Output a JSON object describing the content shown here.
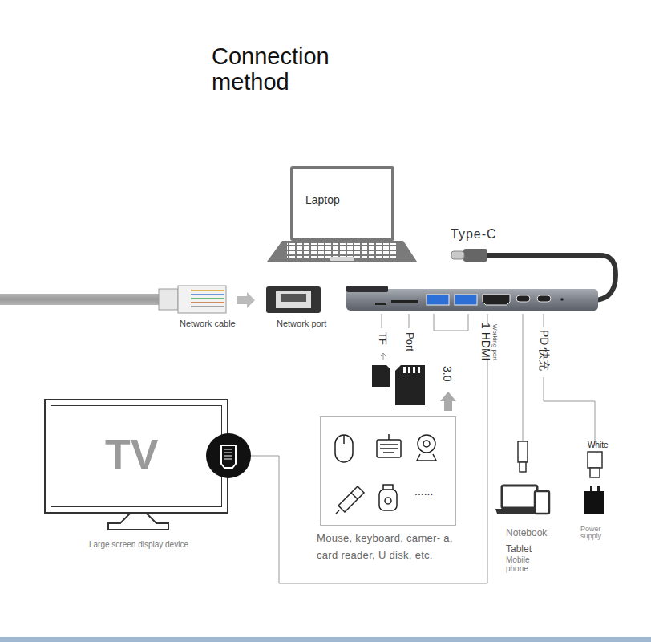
{
  "diagram": {
    "title": "Connection method",
    "nodes": [
      {
        "text": [
          "Laptop"
        ]
      },
      {
        "text": [
          "TV"
        ]
      },
      {
        "text": [
          "......",
          "Mouse, keyboard, camer- a, card reader, U disk, etc."
        ]
      }
    ],
    "labels": [
      "Type-C",
      "Network cable",
      "Network port",
      "TF",
      "Port",
      "3.0",
      "1 HDMI",
      "Working port",
      "PD 快充",
      "Large screen display device",
      "Notebook",
      "Tablet",
      "Mobile phone",
      "White",
      "Power supply"
    ]
  }
}
